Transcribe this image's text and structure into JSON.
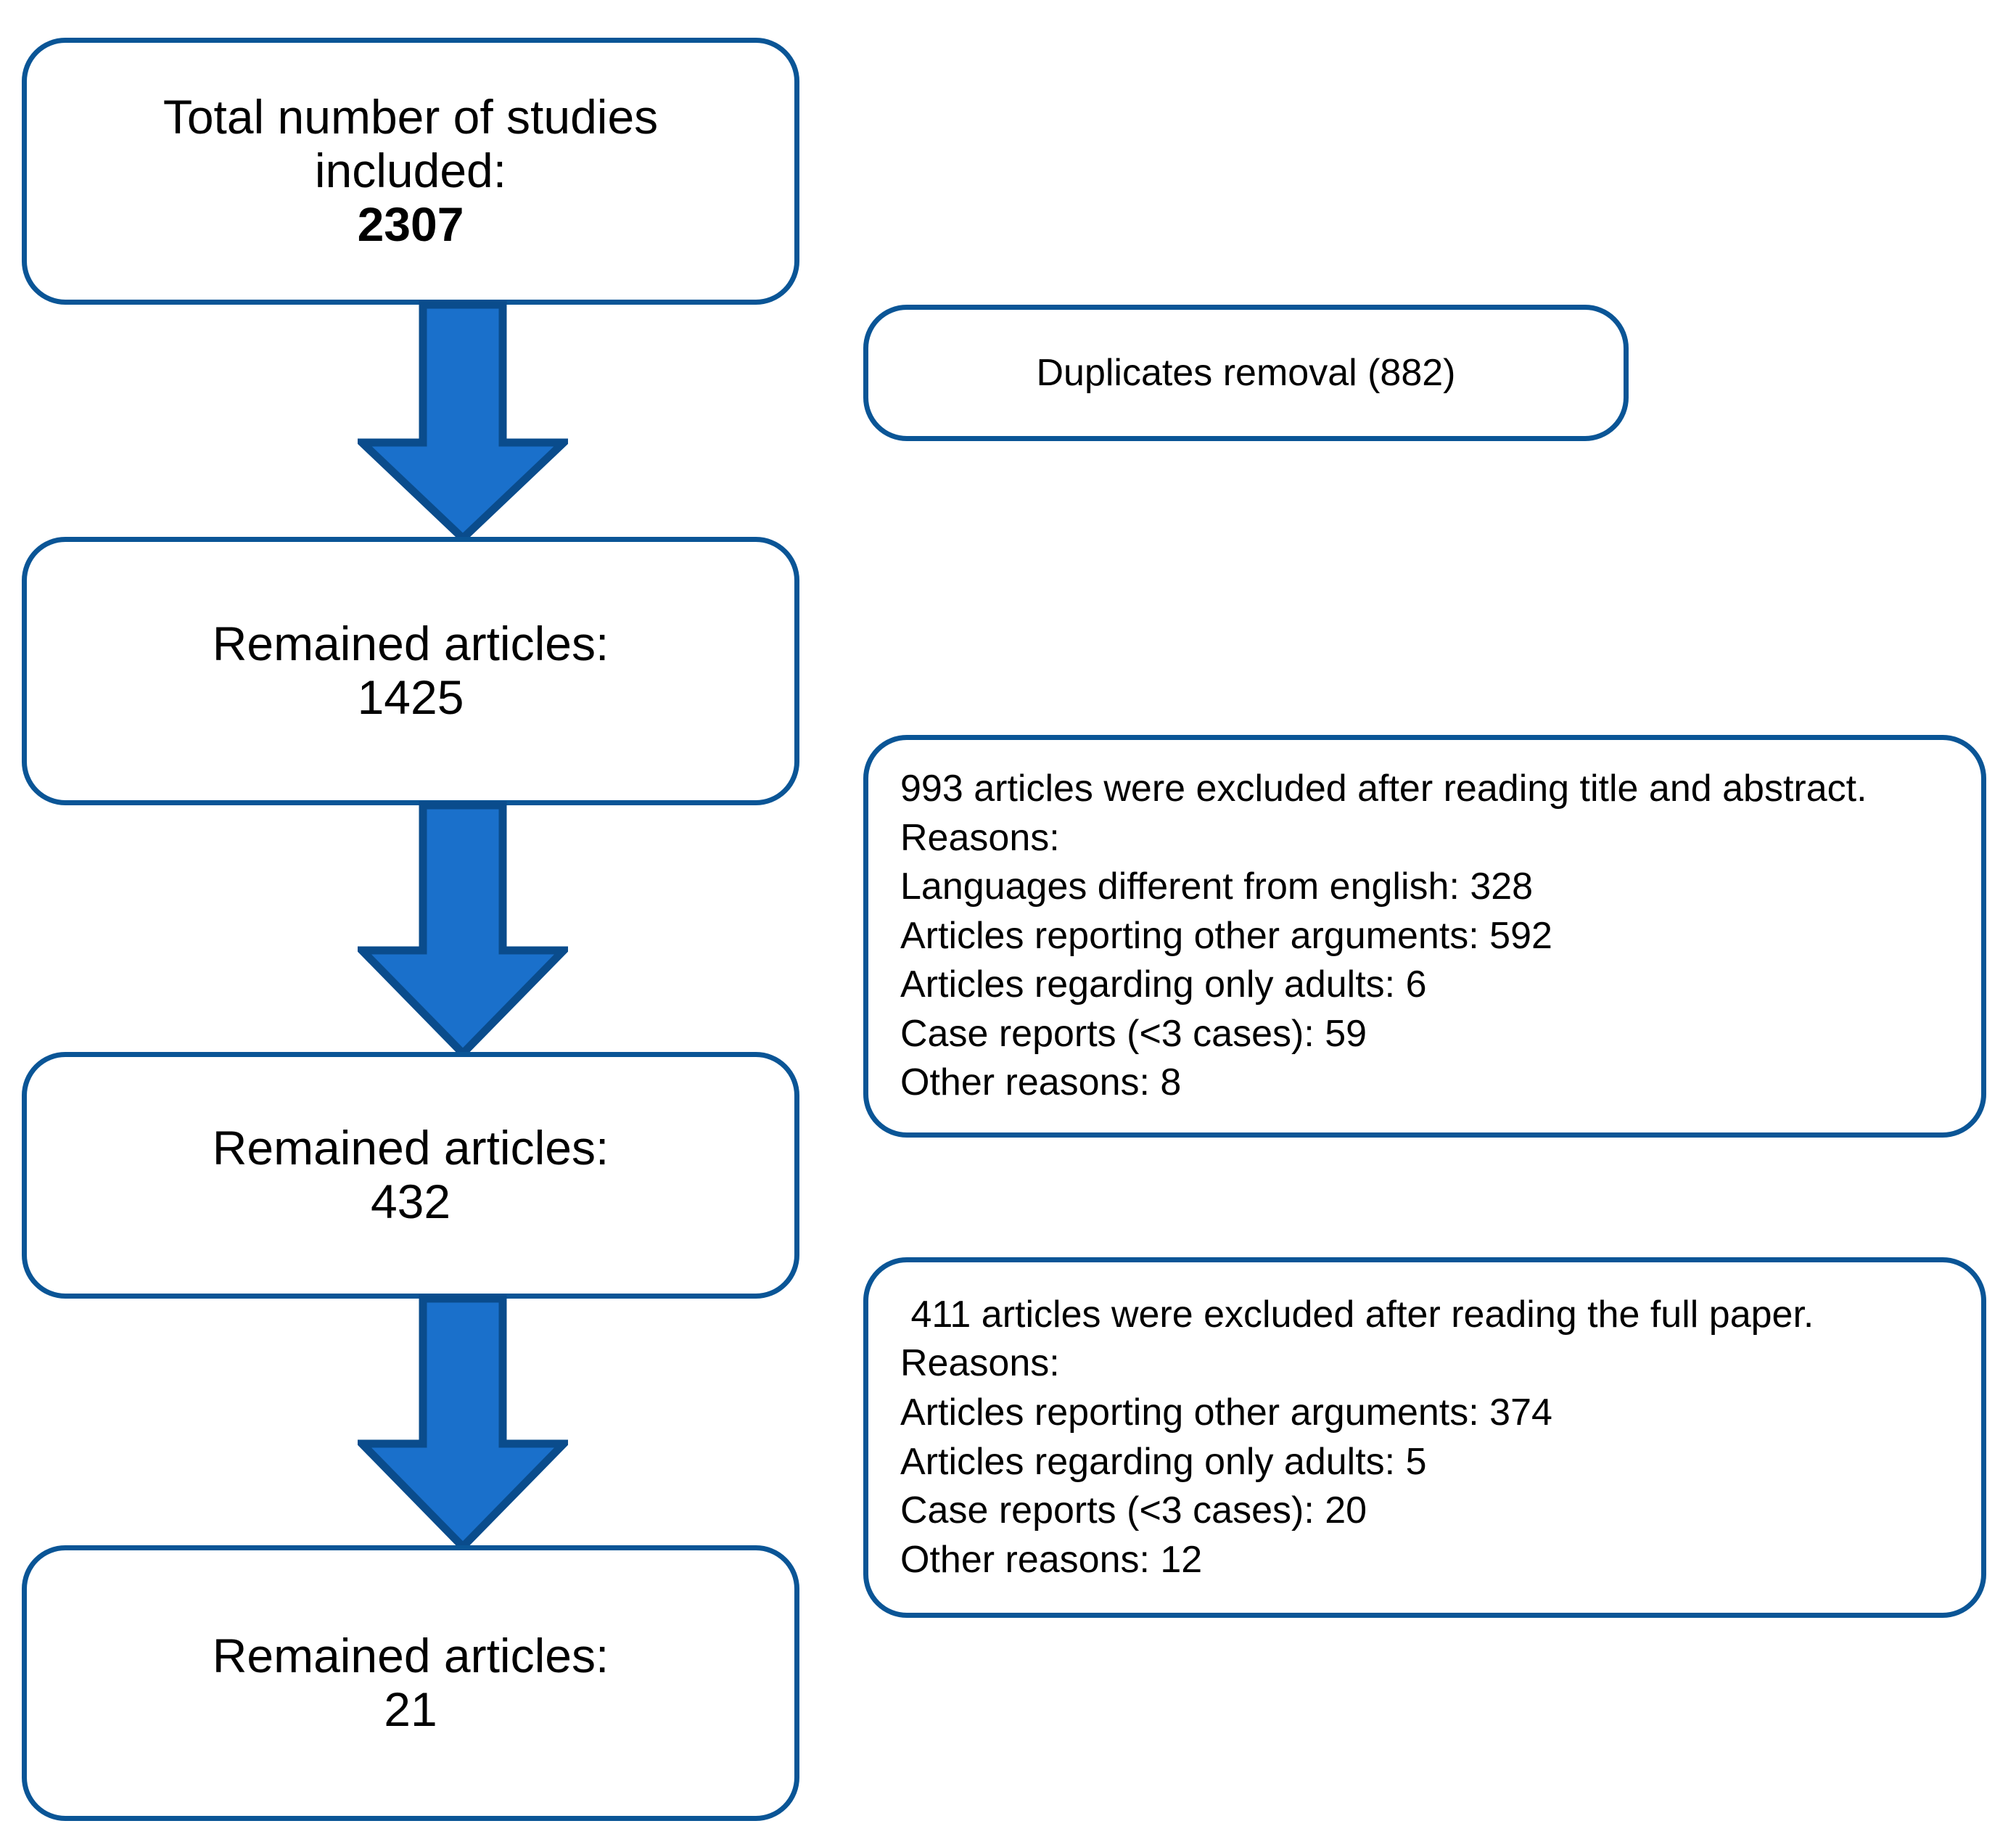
{
  "diagram": {
    "title": "PRISMA study selection flow",
    "colors": {
      "box_border": "#0a5596",
      "arrow_fill": "#1a70cb",
      "arrow_stroke": "#0a4c8c",
      "text": "#000000",
      "background": "#ffffff"
    }
  },
  "stages": [
    {
      "id": "total-studies",
      "lines": [
        "Total number of studies",
        "included:"
      ],
      "count": "2307",
      "count_bold": true
    },
    {
      "id": "remained-1425",
      "lines": [
        "Remained articles:"
      ],
      "count": "1425",
      "count_bold": false
    },
    {
      "id": "remained-432",
      "lines": [
        "Remained articles:"
      ],
      "count": "432",
      "count_bold": false
    },
    {
      "id": "remained-21",
      "lines": [
        "Remained articles:"
      ],
      "count": "21",
      "count_bold": false
    }
  ],
  "notes": {
    "duplicates": {
      "label": "Duplicates removal (882)",
      "removed": 882
    },
    "exclusion_title_abstract": {
      "lines": [
        "993 articles were excluded after reading title and abstract.",
        "Reasons:",
        "Languages different from english: 328",
        "Articles reporting other arguments: 592",
        "Articles regarding only adults: 6",
        "Case reports (<3 cases): 59",
        "Other reasons: 8"
      ],
      "total_excluded": 993,
      "reasons": [
        {
          "label": "Languages different from english",
          "value": 328
        },
        {
          "label": "Articles reporting other arguments",
          "value": 592
        },
        {
          "label": "Articles regarding only adults",
          "value": 6
        },
        {
          "label": "Case reports (<3 cases)",
          "value": 59
        },
        {
          "label": "Other reasons",
          "value": 8
        }
      ]
    },
    "exclusion_full_paper": {
      "lines": [
        " 411 articles were excluded after reading the full paper.",
        "Reasons:",
        "Articles reporting other arguments: 374",
        "Articles regarding only adults: 5",
        "Case reports (<3 cases): 20",
        "Other reasons: 12"
      ],
      "total_excluded": 411,
      "reasons": [
        {
          "label": "Articles reporting other arguments",
          "value": 374
        },
        {
          "label": "Articles regarding only adults",
          "value": 5
        },
        {
          "label": "Case reports (<3 cases)",
          "value": 20
        },
        {
          "label": "Other reasons",
          "value": 12
        }
      ]
    }
  },
  "arrows": [
    {
      "id": "arrow-total-to-1425",
      "direction": "down"
    },
    {
      "id": "arrow-1425-to-432",
      "direction": "down"
    },
    {
      "id": "arrow-432-to-21",
      "direction": "down"
    }
  ]
}
